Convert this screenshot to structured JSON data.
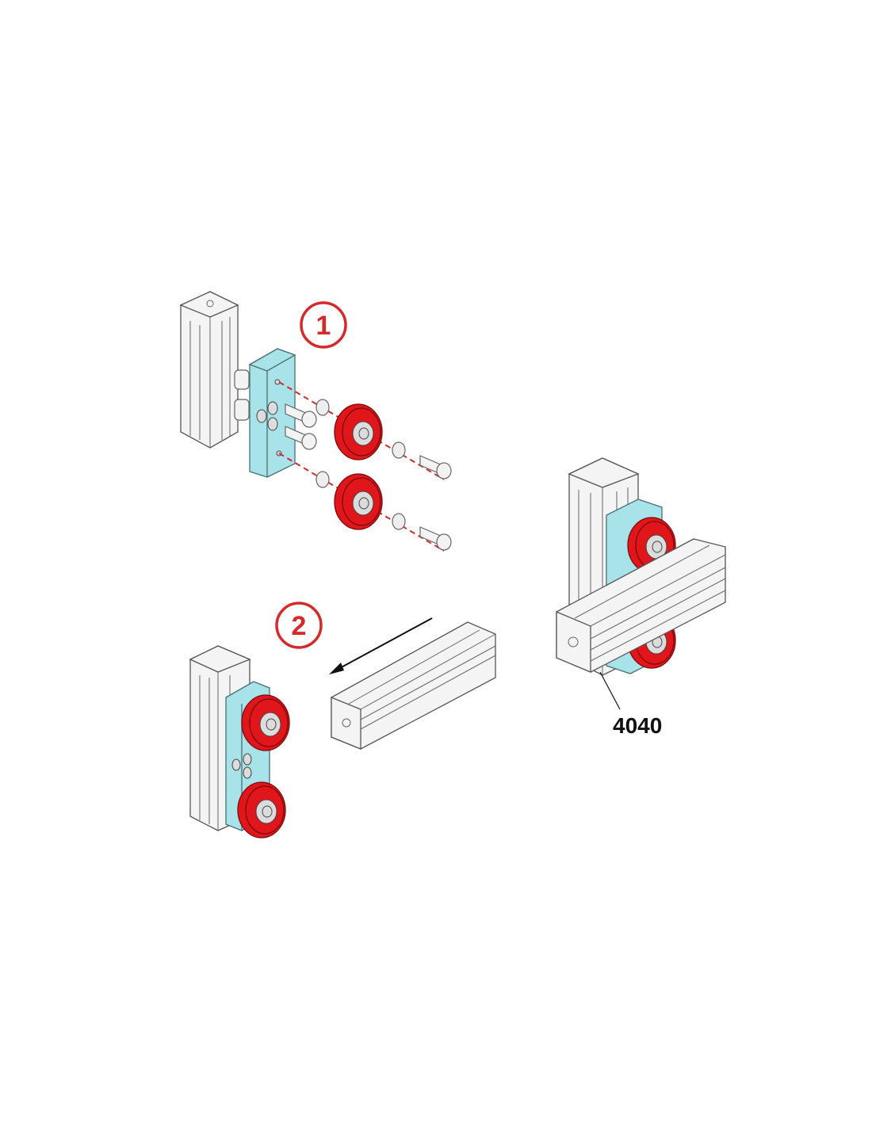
{
  "steps": [
    {
      "number": "1"
    },
    {
      "number": "2"
    }
  ],
  "profile_label": "4040",
  "colors": {
    "accent_red": "#d42a2a",
    "plate_blue": "#a9e3ea",
    "wheel_red": "#e0161b"
  }
}
